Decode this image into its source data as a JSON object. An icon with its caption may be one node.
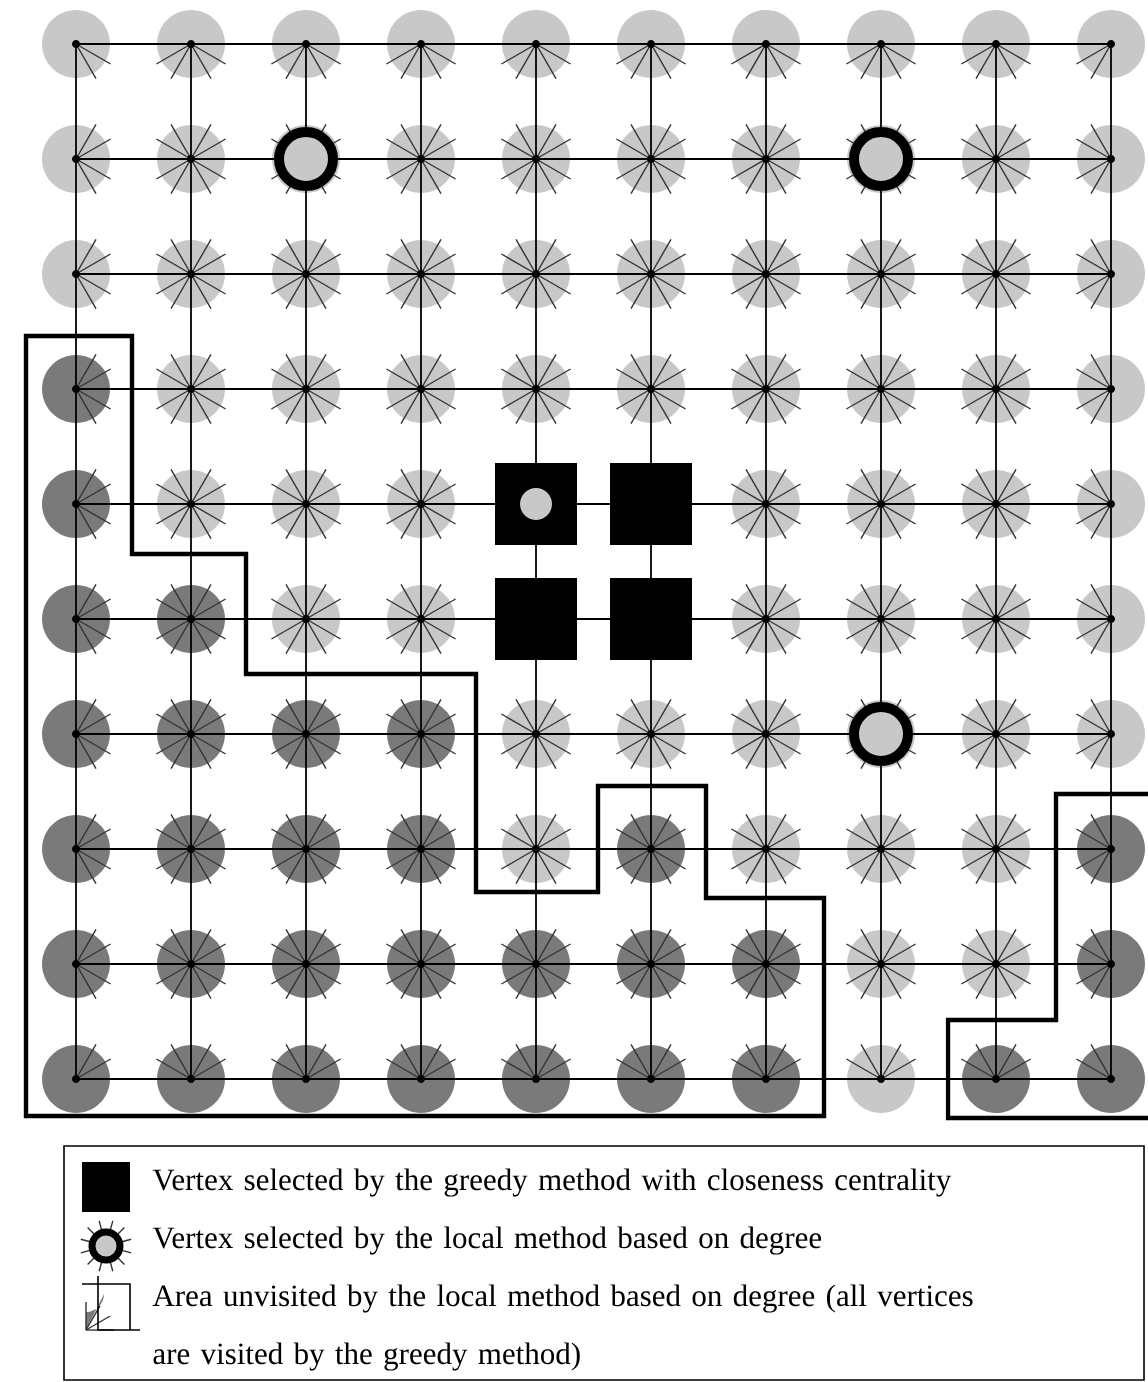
{
  "diagram": {
    "legend": [
      {
        "text": "Vertex selected by the greedy method with closeness centrality"
      },
      {
        "text": "Vertex selected by the local method based on degree"
      },
      {
        "text": "Area unvisited by the local method based on degree (all vertices are visited by the greedy method)"
      }
    ]
  }
}
